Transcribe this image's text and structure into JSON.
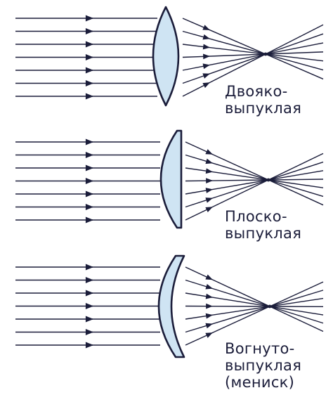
{
  "colors": {
    "ray": "#1b1d3a",
    "lens_fill": "#cfe4f3",
    "lens_stroke": "#1b1d3a",
    "text": "#1b1d3a"
  },
  "lenses": [
    {
      "id": "biconvex",
      "caption_lines": [
        "Двояко-",
        "выпуклая"
      ]
    },
    {
      "id": "planoconvex",
      "caption_lines": [
        "Плоско-",
        "выпуклая"
      ]
    },
    {
      "id": "meniscus",
      "caption_lines": [
        "Вогнуто-",
        "выпуклая",
        "(мениск)"
      ]
    }
  ]
}
